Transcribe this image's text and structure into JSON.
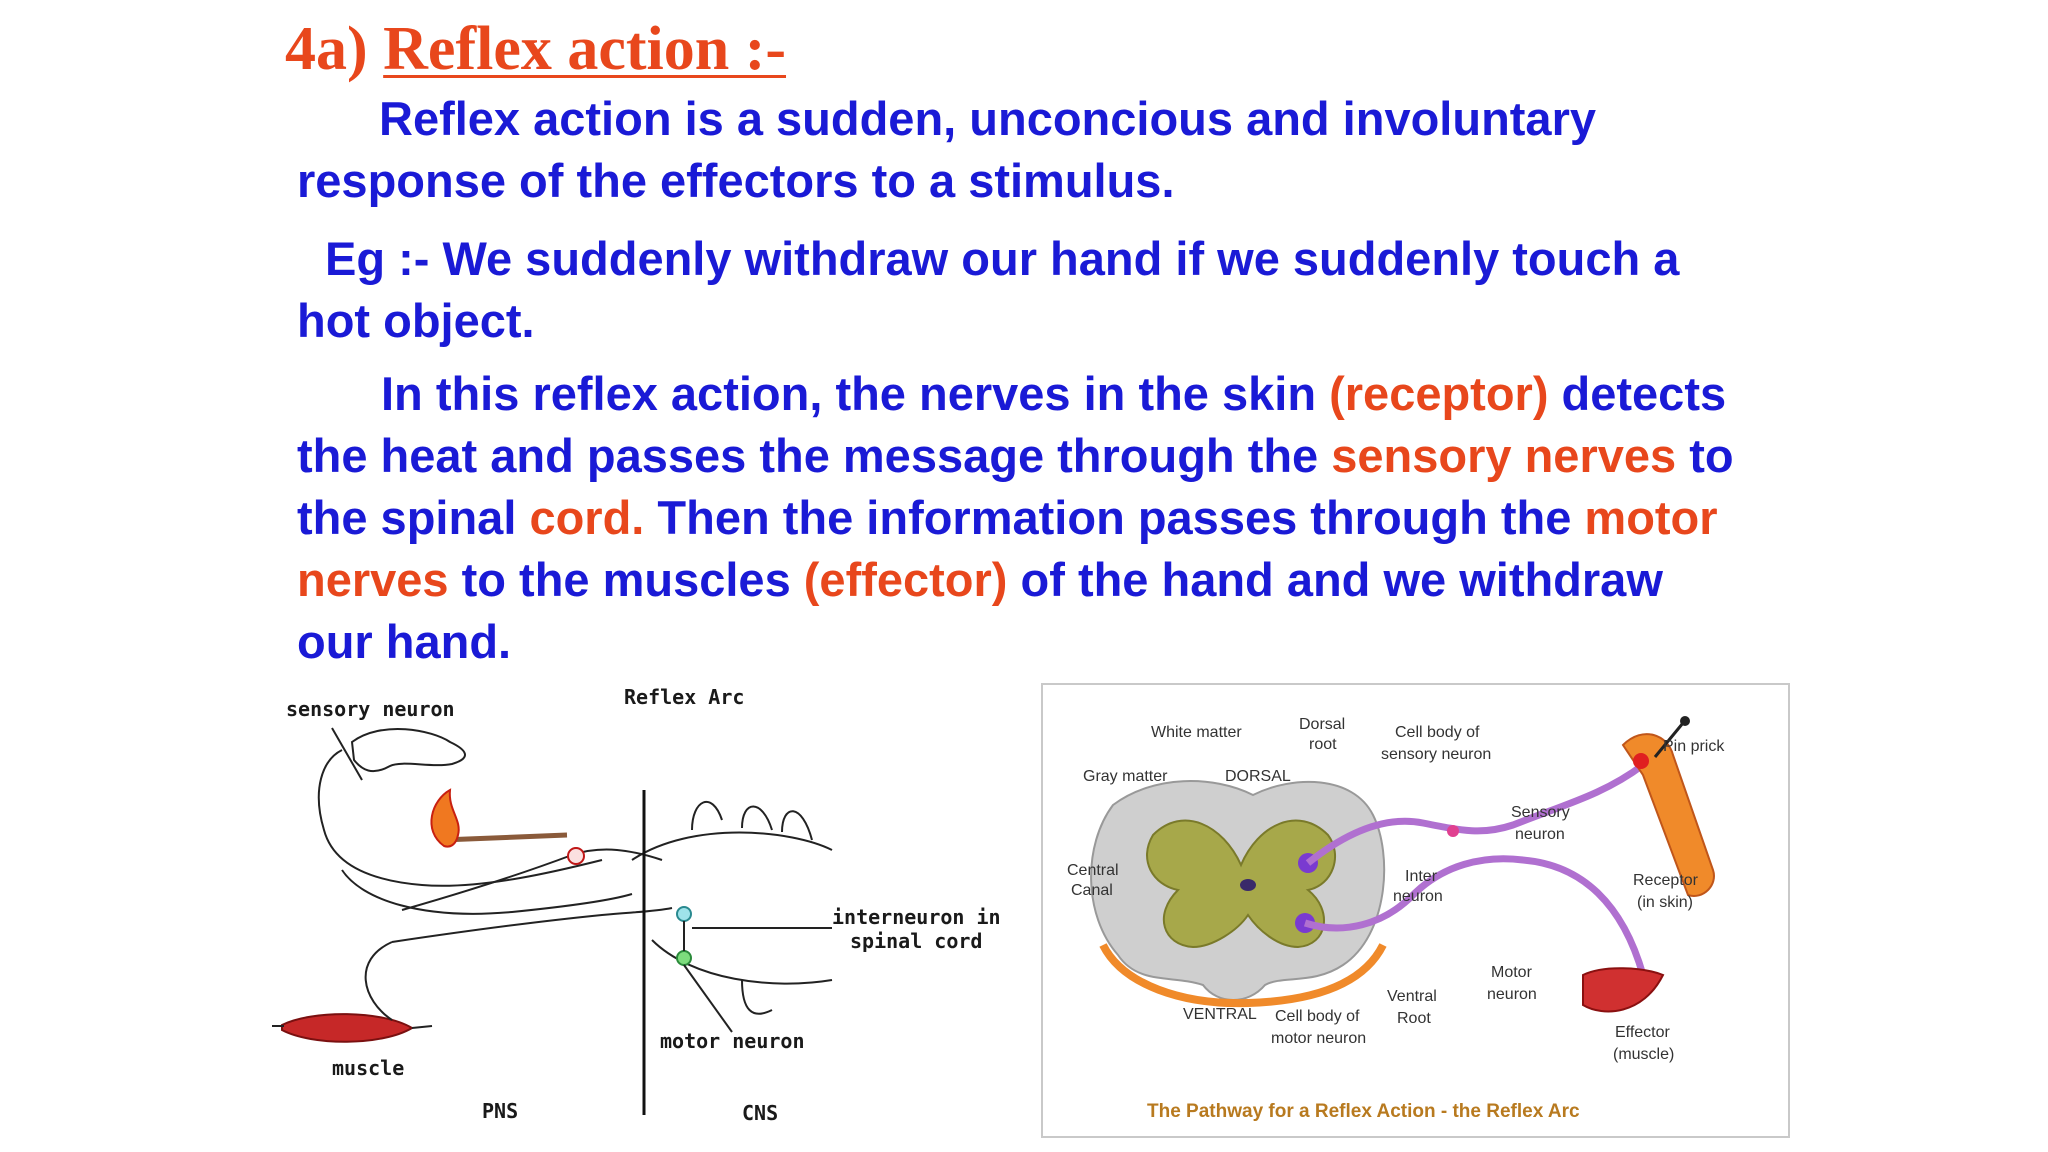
{
  "title": {
    "number": "4a)",
    "text": "Reflex action :-"
  },
  "paragraphs": {
    "definition": "Reflex action is a sudden, unconcious and involuntary response of the effectors to a stimulus.",
    "example": "Eg :- We suddenly withdraw our hand if we suddenly touch a hot object.",
    "explanation": {
      "s1": "In this reflex action, the nerves in the skin ",
      "s2": "(receptor)",
      "s3": " detects the heat and passes the message through the ",
      "s4": "sensory nerves",
      "s5": " to the spinal ",
      "s6": "cord.",
      "s7": " Then the information passes through the ",
      "s8": "motor nerves",
      "s9": " to the muscles ",
      "s10": "(effector)",
      "s11": " of the hand and we withdraw our hand."
    }
  },
  "left_diagram": {
    "title": "Reflex Arc",
    "labels": {
      "sensory_neuron": "sensory neuron",
      "interneuron_1": "interneuron in",
      "interneuron_2": "spinal cord",
      "motor_neuron": "motor neuron",
      "muscle": "muscle",
      "pns": "PNS",
      "cns": "CNS"
    }
  },
  "right_diagram": {
    "labels": {
      "white_matter": "White matter",
      "dorsal_root_1": "Dorsal",
      "dorsal_root_2": "root",
      "cell_body_sensory_1": "Cell body of",
      "cell_body_sensory_2": "sensory neuron",
      "pin_prick": "Pin prick",
      "gray_matter": "Gray matter",
      "dorsal": "DORSAL",
      "sensory_neuron_1": "Sensory",
      "sensory_neuron_2": "neuron",
      "central_canal_1": "Central",
      "central_canal_2": "Canal",
      "inter_neuron_1": "Inter",
      "inter_neuron_2": "neuron",
      "receptor_1": "Receptor",
      "receptor_2": "(in skin)",
      "motor_neuron_1": "Motor",
      "motor_neuron_2": "neuron",
      "ventral": "VENTRAL",
      "cell_body_motor_1": "Cell body of",
      "cell_body_motor_2": "motor neuron",
      "ventral_root_1": "Ventral",
      "ventral_root_2": "Root",
      "effector_1": "Effector",
      "effector_2": "(muscle)"
    },
    "caption": "The Pathway for a Reflex Action - the Reflex Arc"
  },
  "colors": {
    "orange": "#e8471c",
    "blue": "#1a1ad6"
  }
}
